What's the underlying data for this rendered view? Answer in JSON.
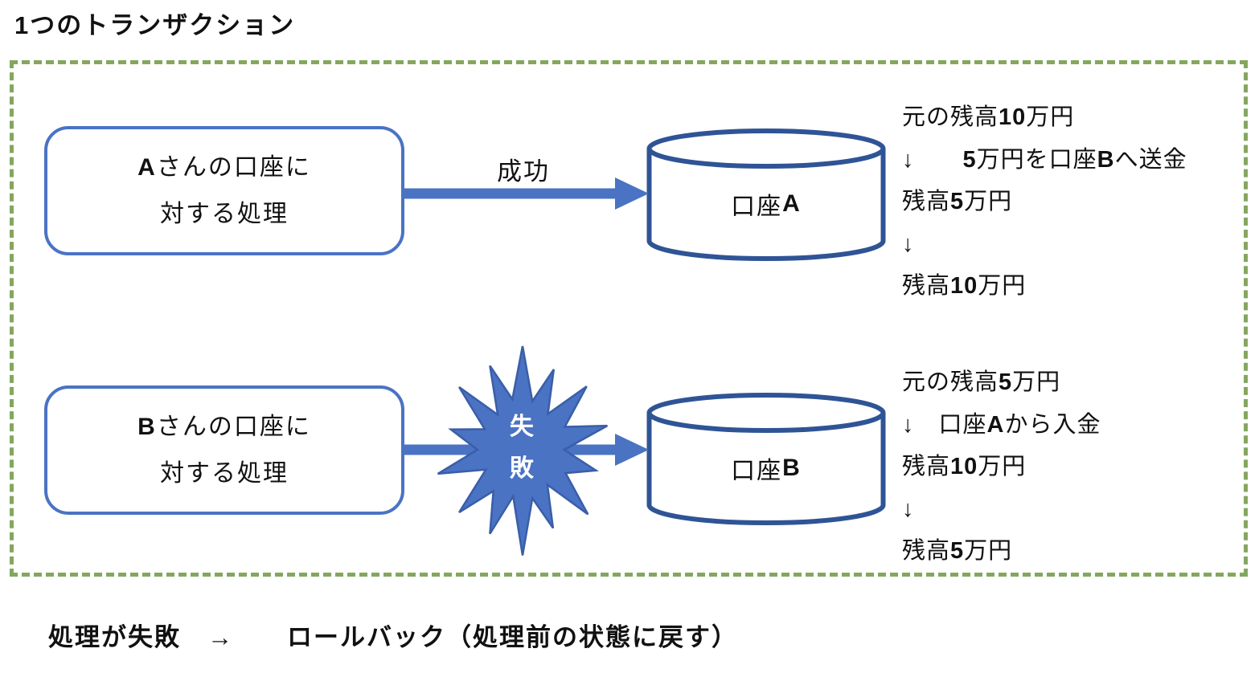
{
  "title": "1つのトランザクション",
  "caption": "処理が失敗　→　　ロールバック（処理前の状態に戻す）",
  "colors": {
    "accent_blue": "#4A73C4",
    "dark_blue": "#2F5496",
    "frame_green": "#84A75E",
    "text": "#111111",
    "burst_text": "#FFFFFF"
  },
  "rows": [
    {
      "process": {
        "line1": "Aさんの口座に",
        "line2": "対する処理"
      },
      "arrow_label": "成功",
      "database": {
        "label": "口座A"
      },
      "notes": [
        "元の残高10万円",
        "↓　　5万円を口座Bへ送金",
        "残高5万円",
        "↓",
        "残高10万円"
      ]
    },
    {
      "process": {
        "line1": "Bさんの口座に",
        "line2": "対する処理"
      },
      "burst_label": "失敗",
      "database": {
        "label": "口座B"
      },
      "notes": [
        "元の残高5万円",
        "↓　口座Aから入金",
        "残高10万円",
        "↓",
        "残高5万円"
      ]
    }
  ]
}
